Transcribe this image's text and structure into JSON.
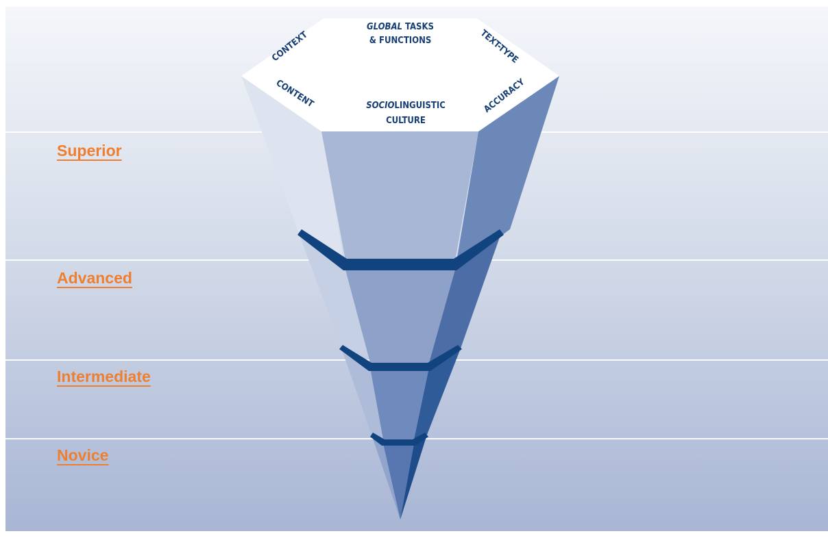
{
  "levels": [
    {
      "label": "Superior"
    },
    {
      "label": "Advanced"
    },
    {
      "label": "Intermediate"
    },
    {
      "label": "Novice"
    }
  ],
  "top_face": {
    "global_line1_italic": "GLOBAL",
    "global_line1_rest": " TASKS",
    "global_line2": "& FUNCTIONS",
    "context": "CONTEXT",
    "text_type": "TEXT-TYPE",
    "content": "CONTENT",
    "accuracy": "ACCURACY",
    "socio_italic": "SOCIO",
    "socio_rest": "LINGUISTIC",
    "culture": "CULTURE"
  },
  "colors": {
    "link_orange": "#ef7f30",
    "band_dark_blue": "#11437e",
    "label_blue": "#173f74"
  }
}
